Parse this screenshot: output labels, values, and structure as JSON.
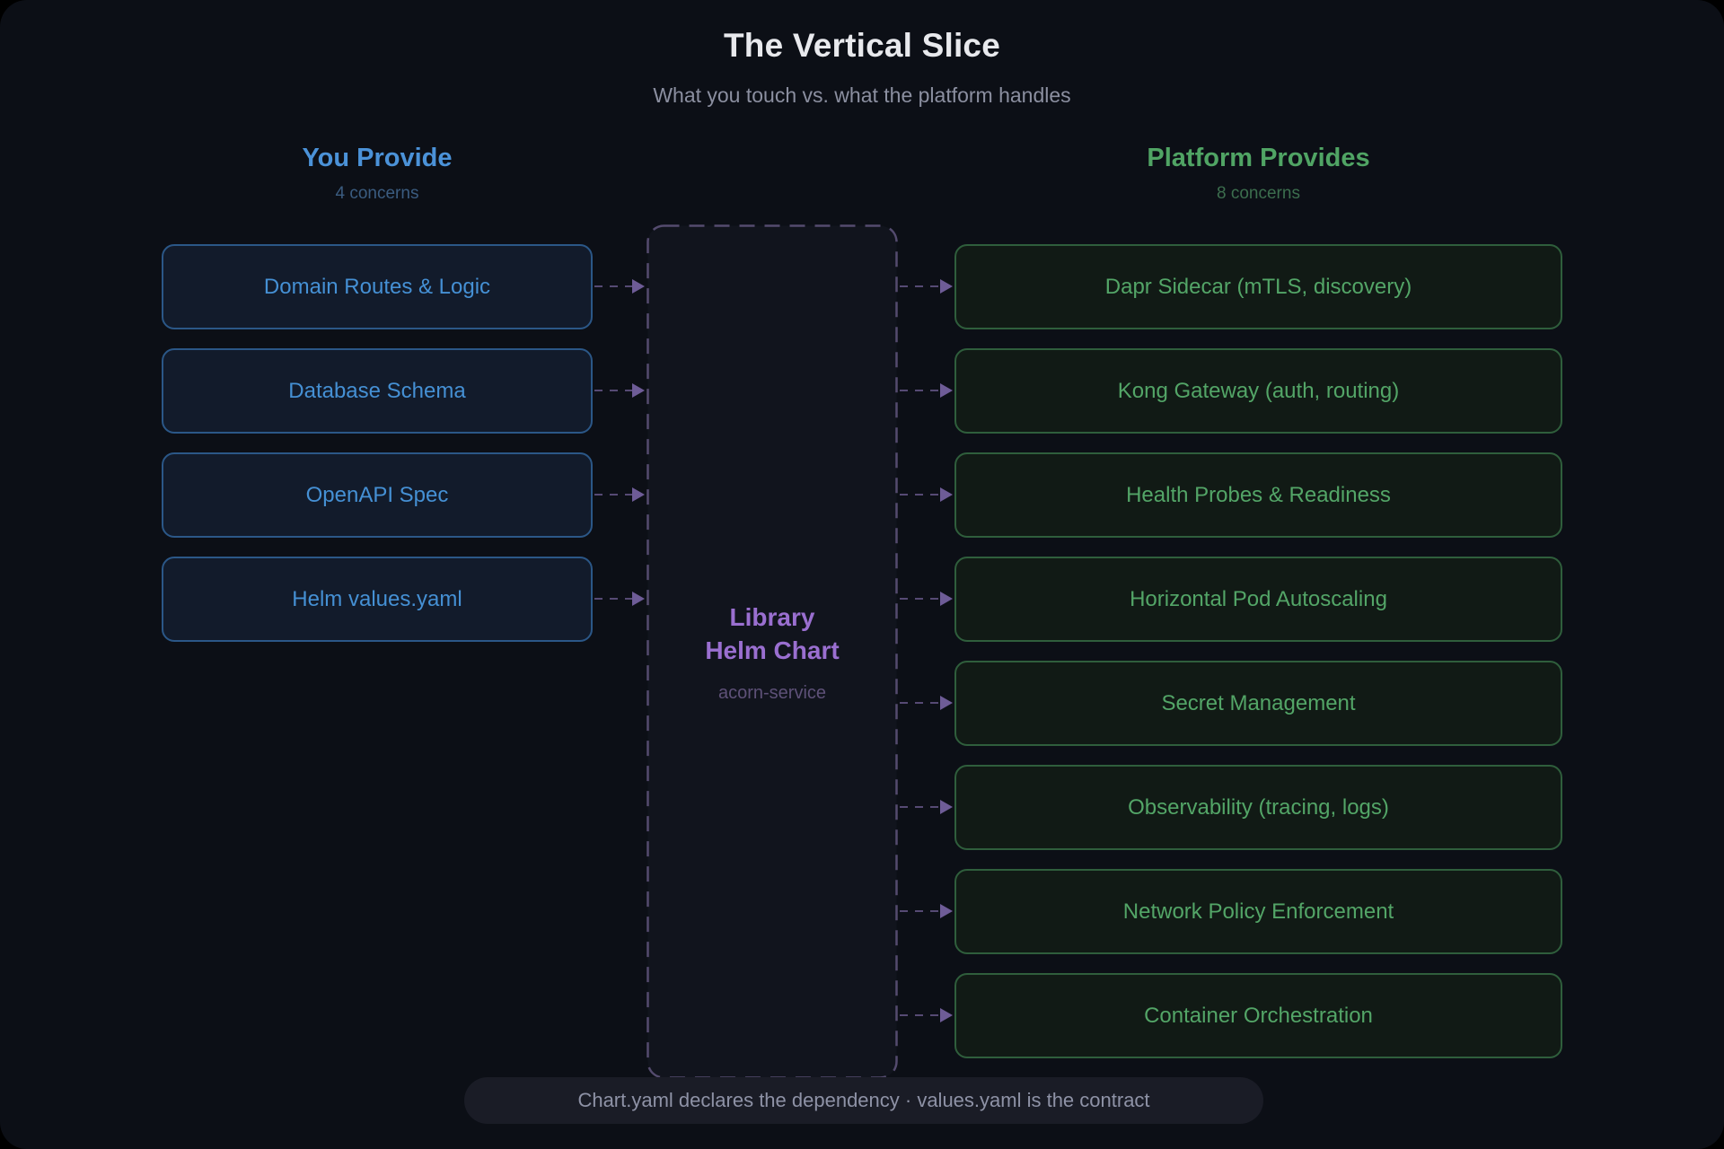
{
  "title": "The Vertical Slice",
  "subtitle": "What you touch vs. what the platform handles",
  "left_column": {
    "heading": "You Provide",
    "count_label": "4 concerns",
    "items": [
      "Domain Routes & Logic",
      "Database Schema",
      "OpenAPI Spec",
      "Helm values.yaml"
    ]
  },
  "center": {
    "title_line1": "Library",
    "title_line2": "Helm Chart",
    "package_name": "acorn-service"
  },
  "right_column": {
    "heading": "Platform Provides",
    "count_label": "8 concerns",
    "items": [
      "Dapr Sidecar (mTLS, discovery)",
      "Kong Gateway (auth, routing)",
      "Health Probes & Readiness",
      "Horizontal Pod Autoscaling",
      "Secret Management",
      "Observability (tracing, logs)",
      "Network Policy Enforcement",
      "Container Orchestration"
    ]
  },
  "footer": {
    "note": "Chart.yaml declares the dependency · values.yaml is the contract"
  },
  "colors": {
    "background": "#0c0f16",
    "blue_accent": "#4b92d8",
    "green_accent": "#50a464",
    "purple_accent": "#9a6fd0",
    "arrow": "#6e5c97",
    "pill_bg": "#1a1c26"
  }
}
